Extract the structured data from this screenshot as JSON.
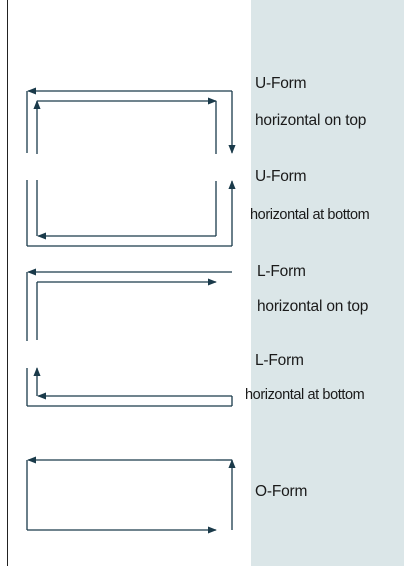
{
  "forms": [
    {
      "name": "U-Form",
      "description": "horizontal on top"
    },
    {
      "name": "U-Form",
      "description": "horizontal at bottom"
    },
    {
      "name": "L-Form",
      "description": "horizontal on top"
    },
    {
      "name": "L-Form",
      "description": "horizontal at bottom"
    },
    {
      "name": "O-Form",
      "description": ""
    }
  ],
  "colors": {
    "panel": "#dbe6e8",
    "stroke": "#1a3a4a",
    "text": "#1a1a1a"
  }
}
